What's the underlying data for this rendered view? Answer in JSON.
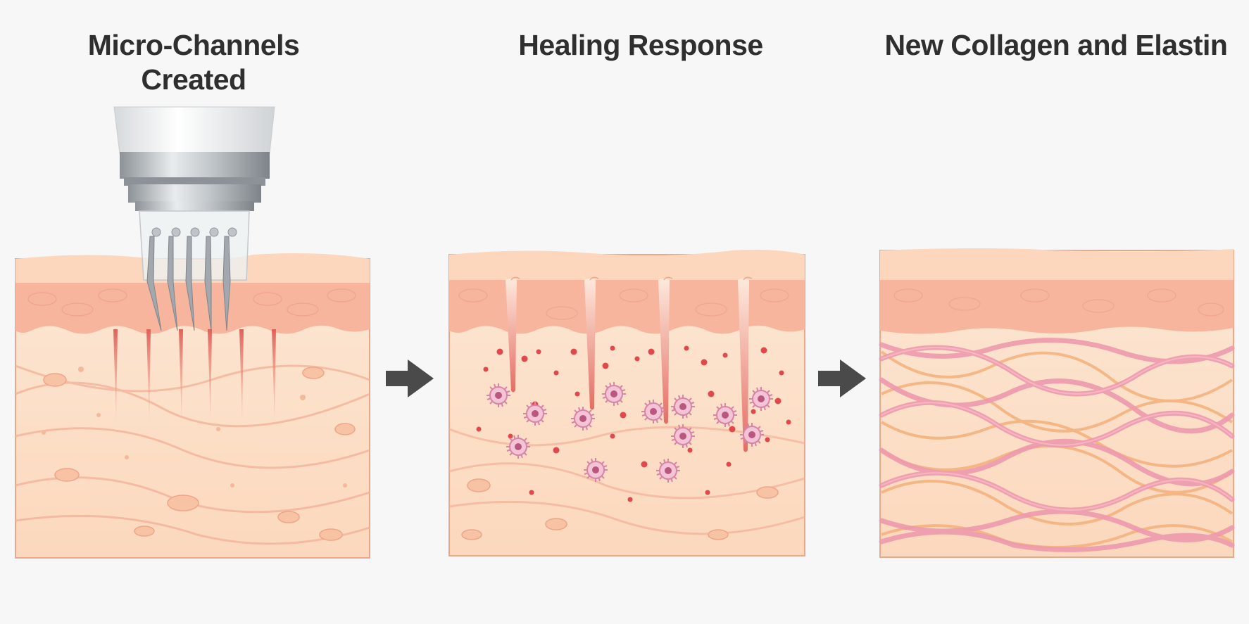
{
  "stages": [
    {
      "title_line1": "Micro-Channels",
      "title_line2": "Created"
    },
    {
      "title_line1": "Healing Response"
    },
    {
      "title_line1": "New Collagen and Elastin"
    }
  ],
  "colors": {
    "background": "#f7f7f7",
    "skin_surface": "#fbd3b8",
    "epidermis": "#f6b49b",
    "dermis": "#fde3cc",
    "border": "#e8a585",
    "channel_red": "#d9534f",
    "cell_pink": "#e8a6bf",
    "collagen_pink": "#ef9fae",
    "elastin_orange": "#f3b07a",
    "arrow": "#4a4a4a",
    "needle_metal": "#9aa0a6"
  },
  "icons": [
    "microneedle-device-icon",
    "arrow-right-icon",
    "fibroblast-cell-icon"
  ]
}
